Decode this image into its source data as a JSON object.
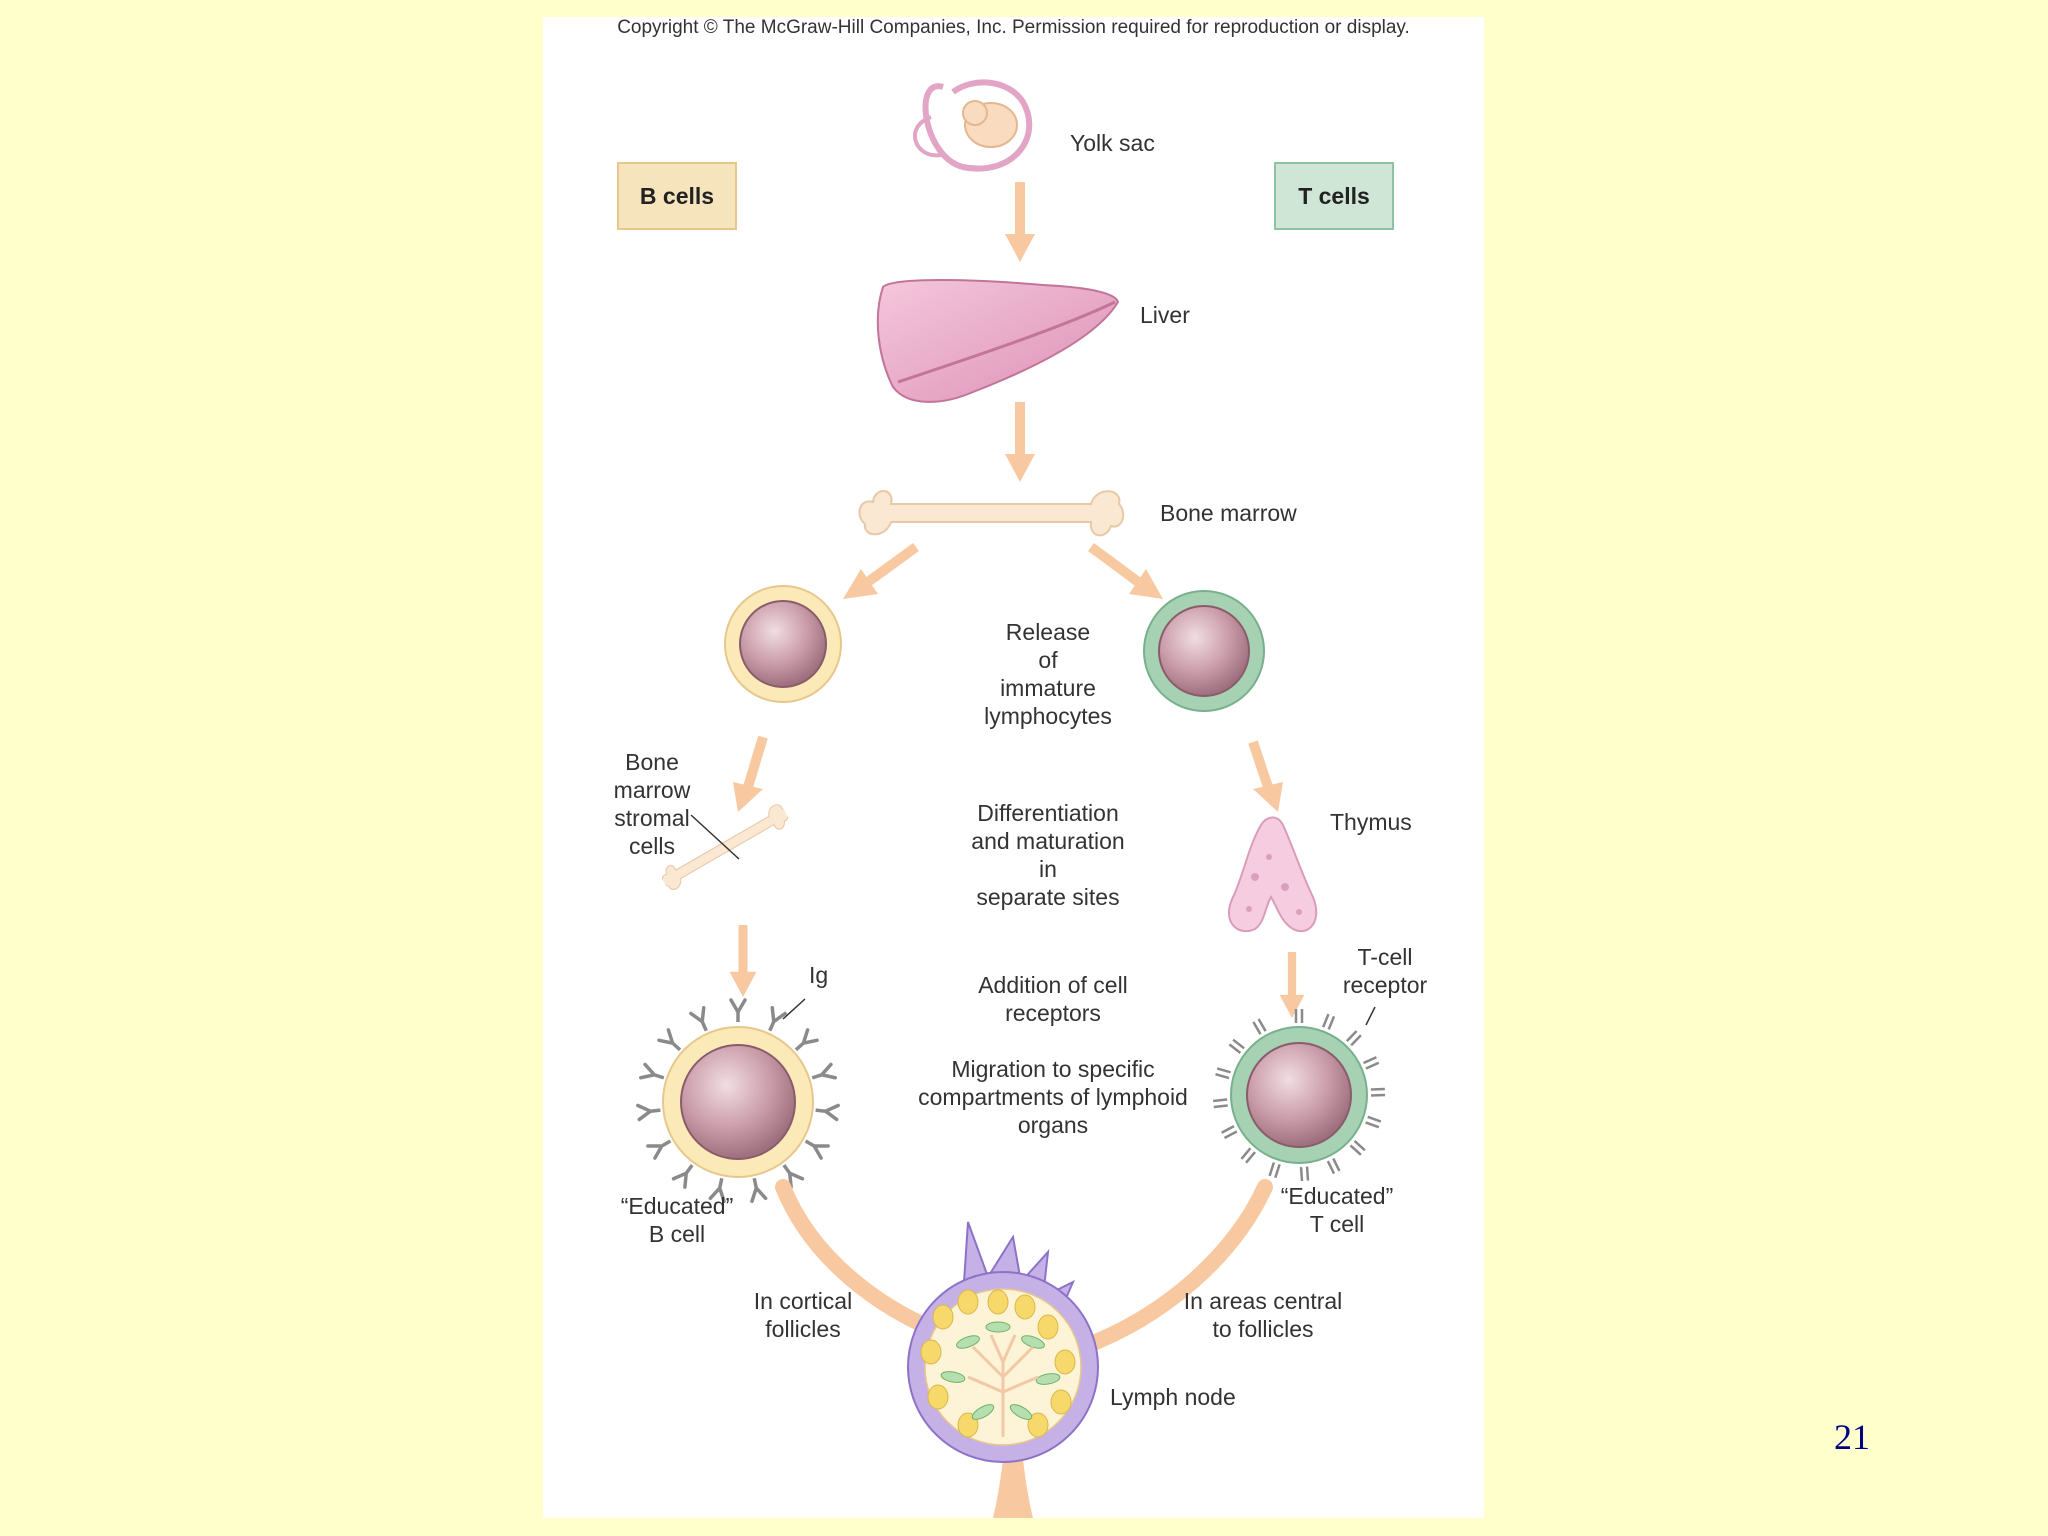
{
  "copyright": "Copyright © The McGraw-Hill Companies, Inc. Permission required for reproduction or display.",
  "tags": {
    "b_cells": "B cells",
    "t_cells": "T cells"
  },
  "organs": {
    "yolk_sac": "Yolk sac",
    "liver": "Liver",
    "bone_marrow": "Bone marrow",
    "stromal": "Bone\nmarrow\nstromal\ncells",
    "thymus": "Thymus",
    "lymph_node": "Lymph node"
  },
  "stages": {
    "release": "Release\nof\nimmature\nlymphocytes",
    "differentiation": "Differentiation\nand maturation\nin\nseparate sites",
    "addition": "Addition of cell\nreceptors",
    "migration": "Migration to specific\ncompartments of lymphoid\norgans"
  },
  "receptors": {
    "ig": "Ig",
    "tcr": "T-cell\nreceptor"
  },
  "educated": {
    "b": "“Educated”\nB cell",
    "t": "“Educated”\nT cell"
  },
  "destinations": {
    "b": "In cortical\nfollicles",
    "t": "In areas central\nto follicles"
  },
  "slide_number": "21",
  "colors": {
    "background": "#ffffcc",
    "b_cell": "#f7e3a8",
    "t_cell": "#9ccaa8",
    "nucleus": "#c89aa6",
    "arrow": "#f8c9a0"
  }
}
